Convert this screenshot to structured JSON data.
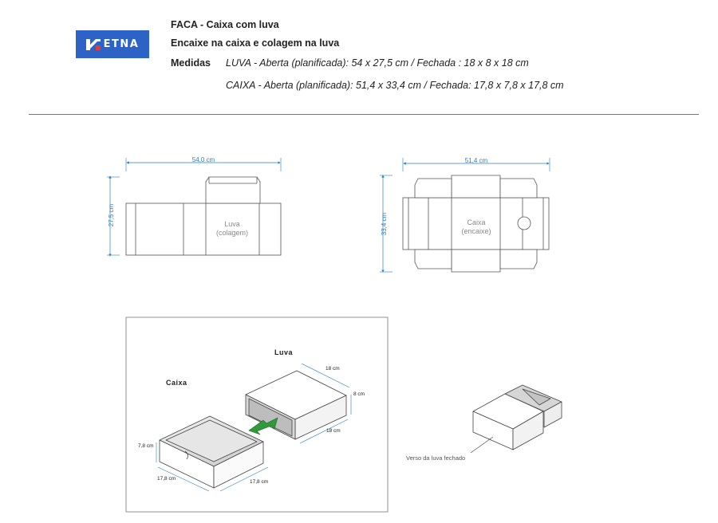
{
  "header": {
    "logo_text": "ETNA",
    "title": "FACA - Caixa com luva",
    "subtitle": "Encaixe na caixa e colagem na luva",
    "measures_label": "Medidas",
    "luva_measures": "LUVA - Aberta (planificada): 54 x 27,5 cm / Fechada : 18 x 8 x 18 cm",
    "caixa_measures": "CAIXA - Aberta (planificada): 51,4 x 33,4 cm / Fechada: 17,8 x 7,8 x 17,8 cm"
  },
  "luva_template": {
    "width_dim": "54,0 cm",
    "height_dim": "27,5 cm",
    "label_line1": "Luva",
    "label_line2": "(colagem)"
  },
  "caixa_template": {
    "width_dim": "51,4 cm",
    "height_dim": "33,4 cm",
    "label_line1": "Caixa",
    "label_line2": "(encaixe)"
  },
  "assembly": {
    "luva_title": "Luva",
    "caixa_title": "Caixa",
    "luva_dim_top": "18 cm",
    "luva_dim_side": "8 cm",
    "luva_dim_bottom": "18 cm",
    "caixa_dim_height": "7,8 cm",
    "caixa_dim_left": "17,8 cm",
    "caixa_dim_right": "17,8 cm"
  },
  "closed_view": {
    "note": "Verso da luva fechado"
  },
  "colors": {
    "brand": "#2d62c6",
    "dimension": "#2a7fc1",
    "arrow": "#2e9a3a"
  }
}
